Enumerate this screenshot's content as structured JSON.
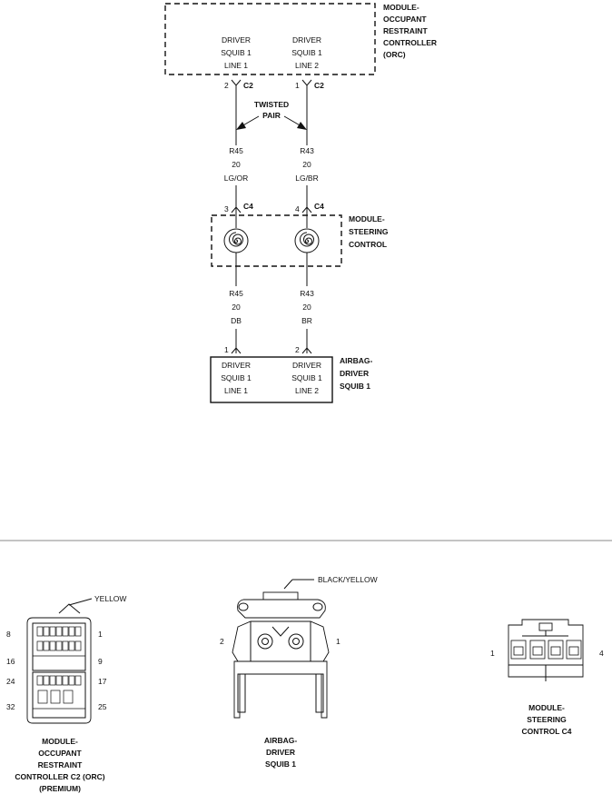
{
  "orc": {
    "title": [
      "MODULE-",
      "OCCUPANT",
      "RESTRAINT",
      "CONTROLLER",
      "(ORC)"
    ],
    "line1": [
      "DRIVER",
      "SQUIB 1",
      "LINE 1"
    ],
    "line2": [
      "DRIVER",
      "SQUIB 1",
      "LINE 2"
    ],
    "pin_left": "2",
    "pin_right": "1",
    "connector": "C2"
  },
  "twisted_pair": [
    "TWISTED",
    "PAIR"
  ],
  "wires_upper": {
    "left": [
      "R45",
      "20",
      "LG/OR"
    ],
    "right": [
      "R43",
      "20",
      "LG/BR"
    ]
  },
  "steering": {
    "title": [
      "MODULE-",
      "STEERING",
      "CONTROL"
    ],
    "pin_left": "3",
    "pin_right": "4",
    "connector": "C4"
  },
  "wires_lower": {
    "left": [
      "R45",
      "20",
      "DB"
    ],
    "right": [
      "R43",
      "20",
      "BR"
    ]
  },
  "airbag": {
    "title": [
      "AIRBAG-",
      "DRIVER",
      "SQUIB 1"
    ],
    "line1": [
      "DRIVER",
      "SQUIB 1",
      "LINE 1"
    ],
    "line2": [
      "DRIVER",
      "SQUIB 1",
      "LINE 2"
    ],
    "pin_left": "1",
    "pin_right": "2"
  },
  "connector_views": {
    "orc_c2": {
      "color": "YELLOW",
      "pins_left": [
        "8",
        "16",
        "24",
        "32"
      ],
      "pins_right": [
        "1",
        "9",
        "17",
        "25"
      ],
      "caption": [
        "MODULE-",
        "OCCUPANT",
        "RESTRAINT",
        "CONTROLLER C2 (ORC)",
        "(PREMIUM)"
      ]
    },
    "airbag_driver": {
      "color": "BLACK/YELLOW",
      "pin_left": "2",
      "pin_right": "1",
      "caption": [
        "AIRBAG-",
        "DRIVER",
        "SQUIB 1"
      ]
    },
    "steering_c4": {
      "pin_left": "1",
      "pin_right": "4",
      "caption": [
        "MODULE-",
        "STEERING",
        "CONTROL C4"
      ]
    }
  }
}
